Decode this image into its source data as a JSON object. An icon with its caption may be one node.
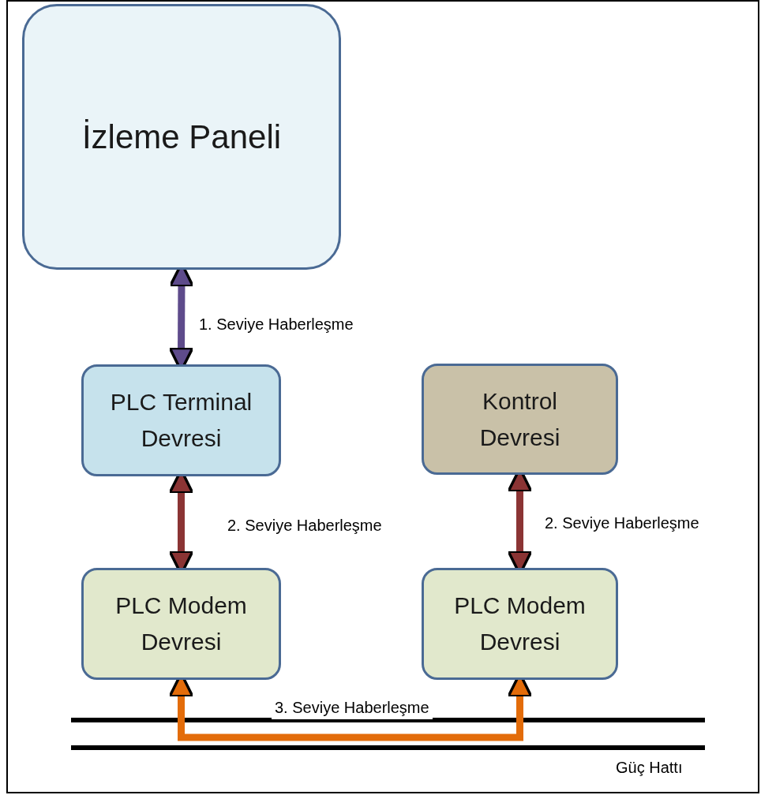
{
  "diagram": {
    "nodes": [
      {
        "text": [
          "İzleme Paneli"
        ]
      },
      {
        "text": [
          "PLC Terminal Devresi"
        ]
      },
      {
        "text": [
          "Kontrol Devresi"
        ]
      },
      {
        "text": [
          "PLC Modem Devresi"
        ]
      },
      {
        "text": [
          "PLC Modem Devresi"
        ]
      }
    ],
    "edges": [
      {
        "from": 0,
        "to": 1,
        "arrow": "both",
        "label": "1. Seviye Haberleşme",
        "color": "#5e4b8b"
      },
      {
        "from": 1,
        "to": 3,
        "arrow": "both",
        "label": "2. Seviye Haberleşme"
      },
      {
        "from": 2,
        "to": 4,
        "arrow": "both",
        "label": "2. Seviye Haberleşme"
      },
      {
        "from": 3,
        "to": 4,
        "arrow": "both",
        "label": "3. Seviye Haberleşme",
        "color": "#e36c0a"
      }
    ],
    "labels": [
      "Güç Hattı"
    ]
  }
}
